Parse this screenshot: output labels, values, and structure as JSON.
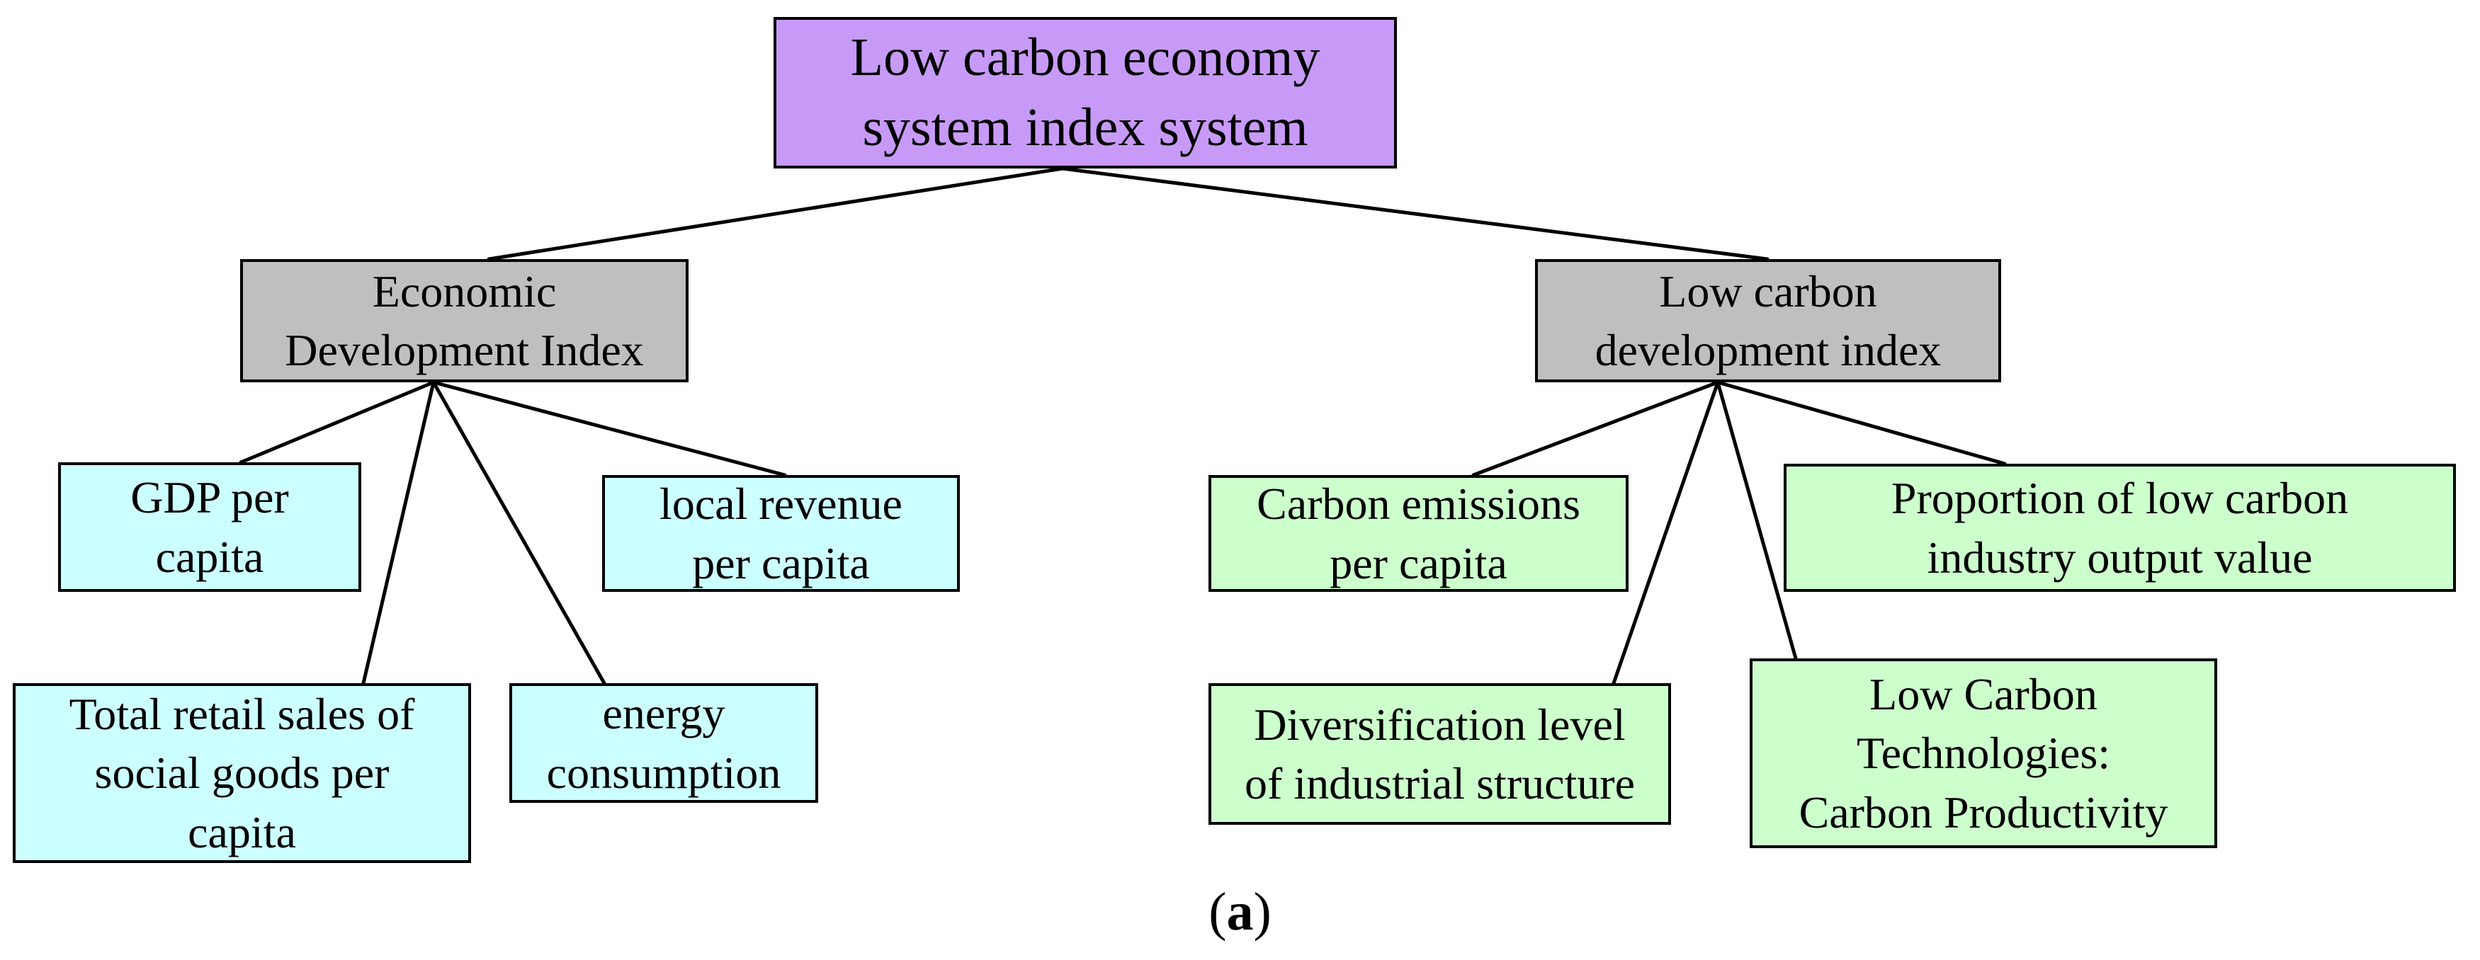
{
  "root": {
    "label": "Low carbon economy\nsystem index system"
  },
  "economic": {
    "label": "Economic\nDevelopment Index",
    "children": [
      "GDP per\ncapita",
      "local revenue\nper capita",
      "Total retail sales of\nsocial goods per\ncapita",
      "energy\nconsumption"
    ]
  },
  "low_carbon": {
    "label": "Low carbon\ndevelopment index",
    "children": [
      "Carbon emissions\nper capita",
      "Proportion of low carbon\nindustry output value",
      "Diversification level\nof industrial structure",
      "Low Carbon\nTechnologies:\nCarbon Productivity"
    ]
  },
  "caption": {
    "open": "(",
    "letter": "a",
    "close": ")"
  },
  "colors": {
    "root_fill": "#c89af8",
    "index_fill": "#bfbfbf",
    "economic_leaf_fill": "#ccffff",
    "low_carbon_leaf_fill": "#ccffcc",
    "border": "#000000"
  }
}
